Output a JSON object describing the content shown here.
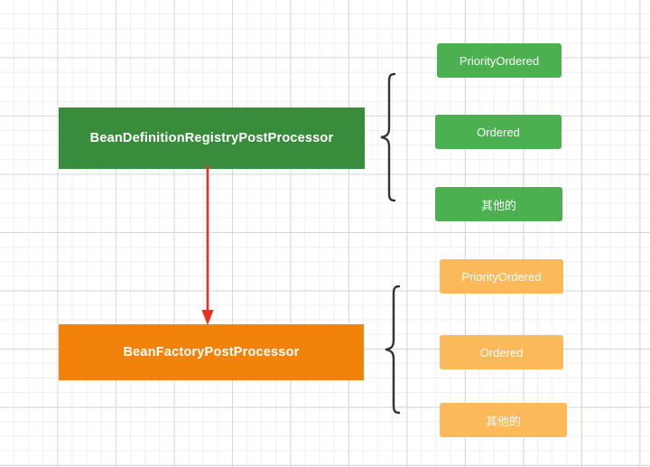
{
  "diagram": {
    "type": "flow-diagram",
    "background": "grid-paper",
    "colors": {
      "node_green": "#3a8c3d",
      "node_orange": "#f2820a",
      "chip_green": "#4caf50",
      "chip_orange": "#fcb959",
      "arrow": "#ee2d24",
      "brace": "#333333",
      "grid_minor": "#efefef",
      "grid_major": "#d9d9d9"
    },
    "nodes": [
      {
        "id": "bean-definition-registry-post-processor",
        "label": "BeanDefinitionRegistryPostProcessor",
        "color": "#3a8c3d"
      },
      {
        "id": "bean-factory-post-processor",
        "label": "BeanFactoryPostProcessor",
        "color": "#f2820a"
      }
    ],
    "connector": {
      "from": "bean-definition-registry-post-processor",
      "to": "bean-factory-post-processor",
      "style": "straight-arrow-down",
      "color": "#ee2d24"
    },
    "groups": [
      {
        "id": "green-group",
        "brace": "left-curly-brace",
        "attached_to": "bean-definition-registry-post-processor",
        "items": [
          {
            "label": "PriorityOrdered"
          },
          {
            "label": "Ordered"
          },
          {
            "label": "其他的"
          }
        ]
      },
      {
        "id": "orange-group",
        "brace": "left-curly-brace",
        "attached_to": "bean-factory-post-processor",
        "items": [
          {
            "label": "PriorityOrdered"
          },
          {
            "label": "Ordered"
          },
          {
            "label": "其他的"
          }
        ]
      }
    ]
  }
}
